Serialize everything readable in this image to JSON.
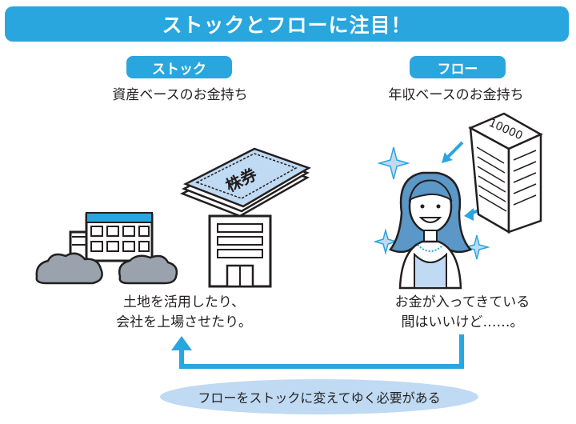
{
  "title": "ストックとフローに注目！",
  "stock": {
    "label": "ストック",
    "subtitle": "資産ベースのお金持ち",
    "caption_line1": "土地を活用したり、",
    "caption_line2": "会社を上場させたり。"
  },
  "flow": {
    "label": "フロー",
    "subtitle": "年収ベースのお金持ち",
    "caption_line1": "お金が入ってきている",
    "caption_line2": "間はいいけど……。"
  },
  "certificate_text": "株券",
  "banknote_text": "10000",
  "footer": "フローをストックに変えてゆく必要がある",
  "colors": {
    "accent": "#29a6de",
    "ellipse": "#bfdaf2",
    "hair": "#5b97c7",
    "shrub": "#9aa3ad",
    "dark": "#231f20"
  }
}
